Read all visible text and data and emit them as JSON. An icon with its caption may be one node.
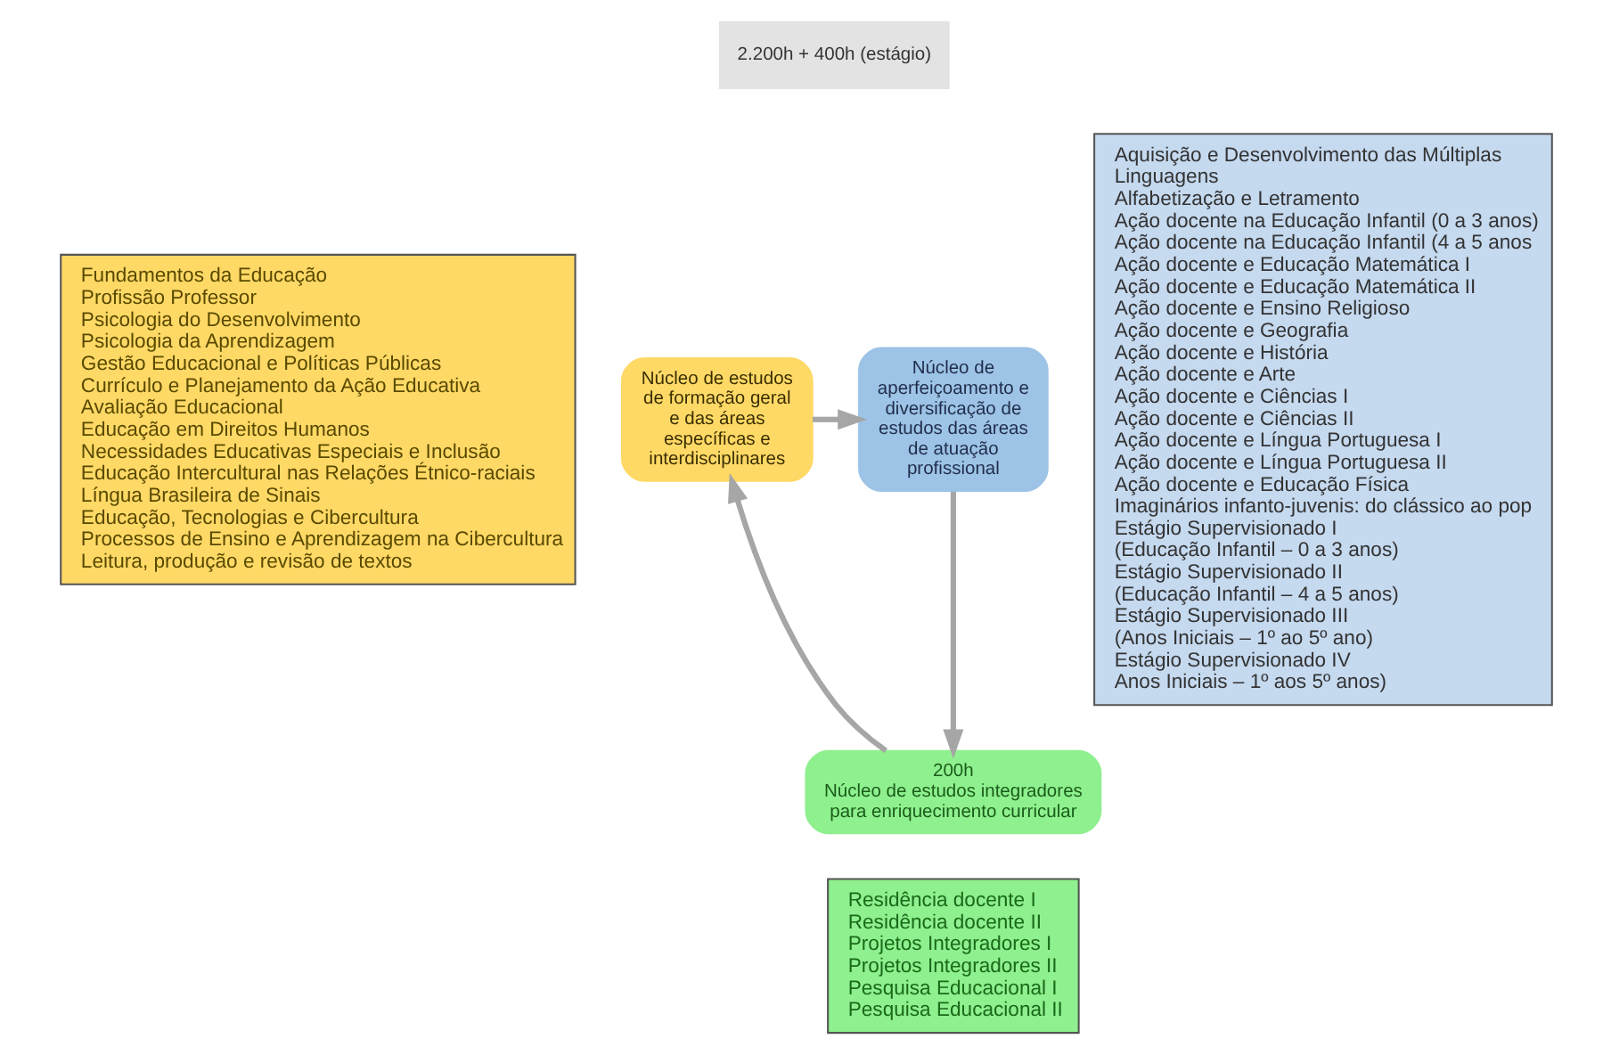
{
  "diagram": {
    "nodes": [
      {
        "text": [
          "Fundamentos da Educação",
          "Profissão Professor",
          "Psicologia do Desenvolvimento",
          "Psicologia da Aprendizagem",
          "Gestão Educacional e Políticas Públicas",
          "Currículo e Planejamento da Ação Educativa",
          "Avaliação Educacional",
          "Educação em Direitos Humanos",
          "Necessidades Educativas Especiais e Inclusão",
          "Educação Intercultural nas Relações Étnico-raciais",
          "Língua Brasileira de Sinais",
          "Educação, Tecnologias e Cibercultura",
          "Processos de Ensino e Aprendizagem na Cibercultura",
          "Leitura, produção e revisão de textos"
        ]
      },
      {
        "text": [
          "2.200h + 400h (estágio)"
        ]
      },
      {
        "text": [
          "Núcleo de estudos de formação geral e das áreas específicas e interdisciplinares"
        ]
      },
      {
        "text": [
          "Núcleo de aperfeiçoamento e diversificação de estudos das áreas de atuação profissional"
        ]
      },
      {
        "text": [
          "200h",
          "Núcleo de estudos integradores para enriquecimento curricular"
        ]
      },
      {
        "text": [
          "Residência docente I",
          "Residência docente II",
          "Projetos Integradores I",
          "Projetos Integradores II",
          "Pesquisa Educacional I",
          "Pesquisa Educacional II"
        ]
      },
      {
        "text": [
          "Aquisição e Desenvolvimento das Múltiplas Linguagens",
          "Alfabetização e Letramento",
          "Ação docente na Educação Infantil (0 a 3 anos)",
          "Ação docente na Educação Infantil (4 a 5 anos",
          "Ação docente e Educação Matemática I",
          "Ação docente e Educação Matemática II",
          "Ação docente e Ensino Religioso",
          "Ação docente e Geografia",
          "Ação docente e História",
          "Ação docente e Arte",
          "Ação docente e Ciências I",
          "Ação docente e Ciências II",
          "Ação docente e Língua Portuguesa I",
          "Ação docente e Língua Portuguesa II",
          "Ação docente e Educação Física",
          "Imaginários infanto-juvenis: do clássico ao pop",
          "Estágio Supervisionado I",
          "(Educação Infantil – 0 a 3 anos)",
          "Estágio Supervisionado II",
          "(Educação Infantil – 4 a 5 anos)",
          "Estágio Supervisionado III",
          "(Anos Iniciais – 1º ao 5º ano)",
          "Estágio Supervisionado IV",
          "Anos Iniciais – 1º aos 5º anos)"
        ]
      }
    ],
    "edges": [
      {
        "from": 2,
        "to": 3,
        "arrow": "to"
      },
      {
        "from": 3,
        "to": 4,
        "arrow": "to"
      },
      {
        "from": 4,
        "to": 2,
        "arrow": "to"
      }
    ]
  }
}
